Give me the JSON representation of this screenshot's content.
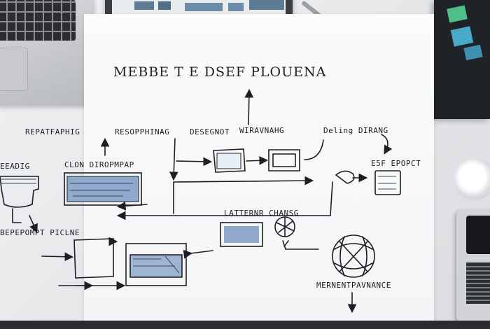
{
  "sketch": {
    "title": "MEBBE T E DSEF PLOUENA",
    "labels": {
      "top_left": "REPATFAPHIG",
      "top_mid": "RESOPPHINAG",
      "top_mid2": "DESEGNOT",
      "top_mid3": "WIRAVNAHG",
      "top_right": "Deling DIRANG",
      "left_edge": "EEADIG",
      "left_mid": "CLON DIROPMPAP",
      "right_small": "E5F EPOPCT",
      "center_low": "LATTERNR CHANSG",
      "bottom_left": "BEPEPOMPT PICLNE",
      "bottom_right": "MERNENTPAVNANCE"
    }
  },
  "colors": {
    "ink": "#1d1f22",
    "blue_fill": "#8fa9cc",
    "paper": "#f8f8f8"
  }
}
